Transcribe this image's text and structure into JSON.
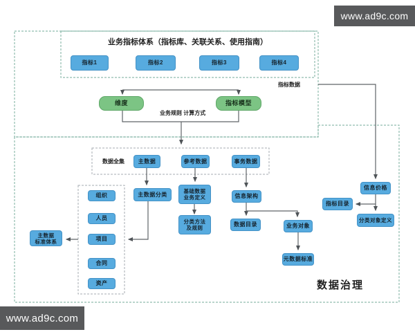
{
  "watermarks": {
    "top_right": "www.ad9c.com",
    "bottom_left": "www.ad9c.com"
  },
  "sections": {
    "business_indicator": {
      "title": "业务指标体系（指标库、关联关系、使用指南）",
      "indicators": [
        "指标1",
        "指标2",
        "指标3",
        "指标4"
      ],
      "dimension": "维度",
      "indicator_model": "指标模型",
      "rules_label": "业务规则 计算方式",
      "indicator_data_label": "指标数据"
    },
    "data_governance": {
      "label": "数据治理",
      "dataset_label": "数据全集",
      "dataset_items": [
        "主数据",
        "参考数据",
        "事务数据"
      ],
      "master_domains": [
        "组织",
        "人员",
        "项目",
        "合同",
        "资产"
      ],
      "master_data_standard": [
        "主数据",
        "标准体系"
      ],
      "master_data_classification": "主数据分类",
      "basic_data_definition": [
        "基础数据",
        "业务定义"
      ],
      "classification_method": [
        "分类方法",
        "及规则"
      ],
      "information_architecture": "信息架构",
      "data_catalog": "数据目录",
      "business_object": "业务对象",
      "metadata_standard": "元数据标准",
      "information_price": "信息价格",
      "indicator_catalog": "指标目录",
      "classification_object_definition": "分类对象定义"
    }
  },
  "colors": {
    "blue_node": "#57abdf",
    "green_node": "#7cc484",
    "connector": "#5f6368",
    "dashed_outer": "#8fbcae",
    "dashed_inner": "#a6abb0",
    "watermark_bg": "#58595b"
  }
}
